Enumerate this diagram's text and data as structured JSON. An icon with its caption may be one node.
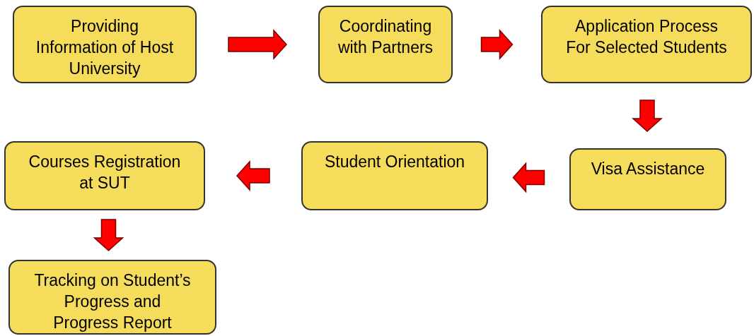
{
  "diagram": {
    "nodes": [
      {
        "text": [
          "Providing Information of Host University"
        ]
      },
      {
        "text": [
          "Coordinating with Partners"
        ]
      },
      {
        "text": [
          "Application Process For Selected Students"
        ]
      },
      {
        "text": [
          "Visa Assistance"
        ]
      },
      {
        "text": [
          "Student Orientation"
        ]
      },
      {
        "text": [
          "Courses Registration at SUT"
        ]
      },
      {
        "text": [
          "Tracking on Student’s Progress and Progress Report"
        ]
      }
    ],
    "edges": [
      {
        "from": 0,
        "to": 1,
        "arrow": "to"
      },
      {
        "from": 1,
        "to": 2,
        "arrow": "to"
      },
      {
        "from": 2,
        "to": 3,
        "arrow": "to"
      },
      {
        "from": 3,
        "to": 4,
        "arrow": "to"
      },
      {
        "from": 4,
        "to": 5,
        "arrow": "to"
      },
      {
        "from": 5,
        "to": 6,
        "arrow": "to"
      }
    ]
  }
}
